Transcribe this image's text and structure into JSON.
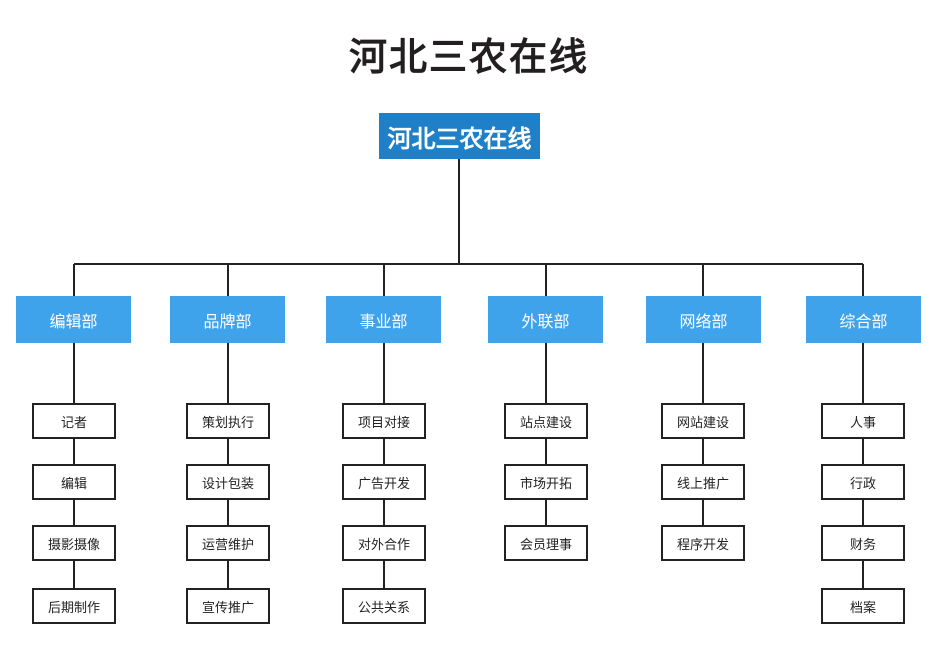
{
  "title": "河北三农在线",
  "root": {
    "label": "河北三农在线",
    "color": "#1f7fc7"
  },
  "dept_color": "#3fa3ec",
  "departments": [
    {
      "name": "编辑部",
      "items": [
        "记者",
        "编辑",
        "摄影摄像",
        "后期制作"
      ]
    },
    {
      "name": "品牌部",
      "items": [
        "策划执行",
        "设计包装",
        "运营维护",
        "宣传推广"
      ]
    },
    {
      "name": "事业部",
      "items": [
        "项目对接",
        "广告开发",
        "对外合作",
        "公共关系"
      ]
    },
    {
      "name": "外联部",
      "items": [
        "站点建设",
        "市场开拓",
        "会员理事"
      ]
    },
    {
      "name": "网络部",
      "items": [
        "网站建设",
        "线上推广",
        "程序开发"
      ]
    },
    {
      "name": "综合部",
      "items": [
        "人事",
        "行政",
        "财务",
        "档案"
      ]
    }
  ]
}
